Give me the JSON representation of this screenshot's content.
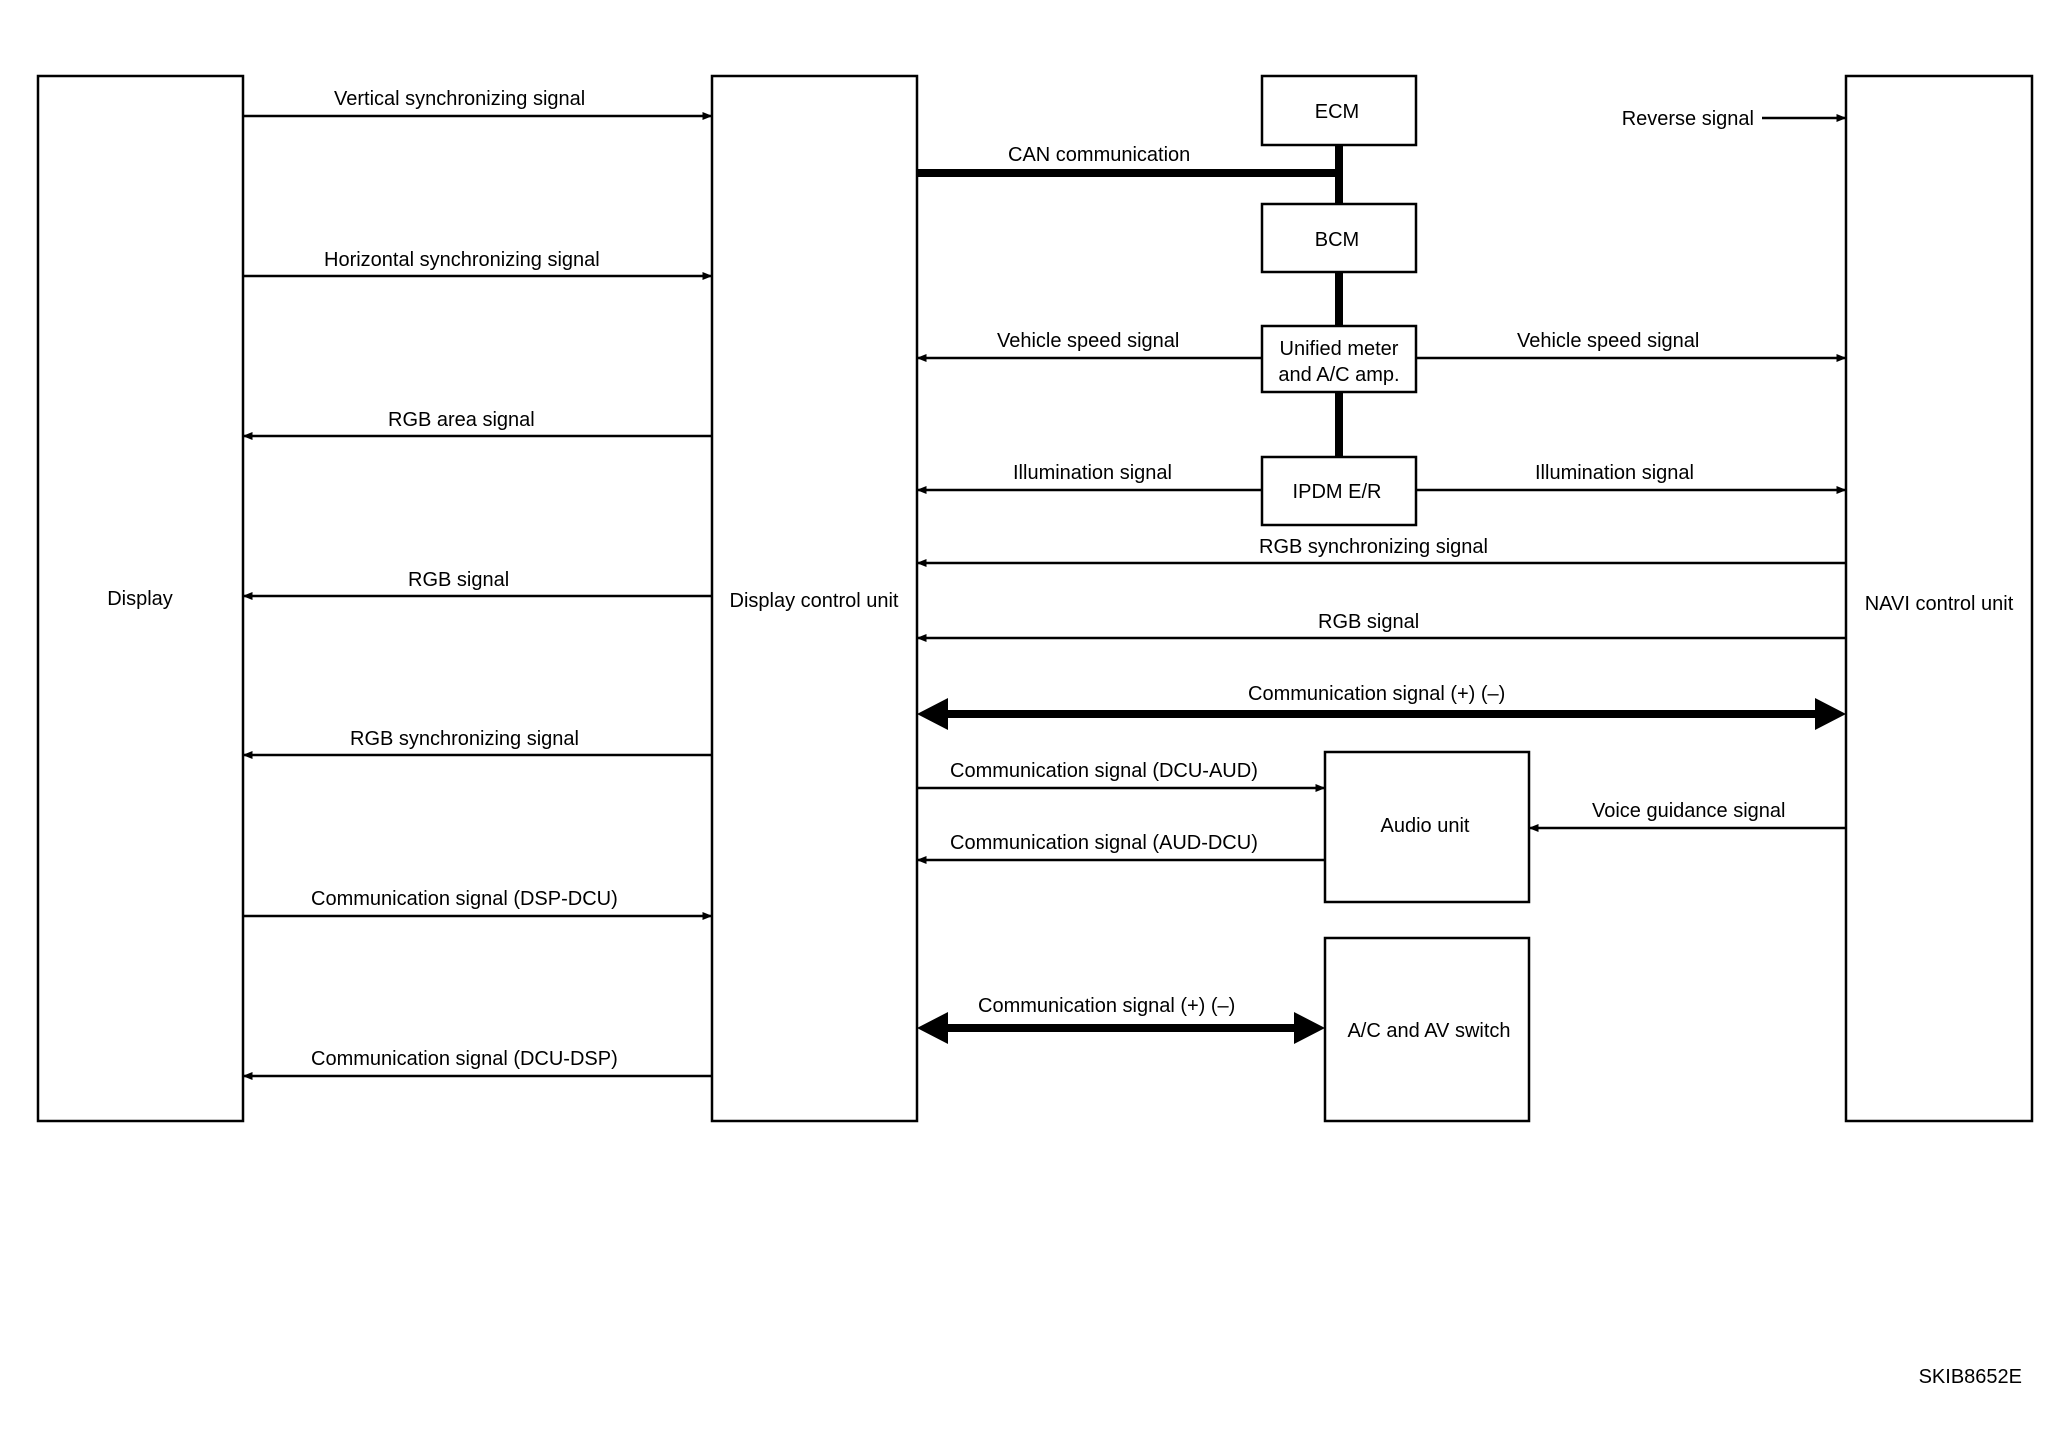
{
  "blocks": {
    "display": "Display",
    "dcu": "Display control unit",
    "navi": "NAVI control unit",
    "ecm": "ECM",
    "bcm": "BCM",
    "meter_line1": "Unified meter",
    "meter_line2": "and A/C amp.",
    "ipdm": "IPDM E/R",
    "audio": "Audio unit",
    "avsw": "A/C and AV switch"
  },
  "signals": {
    "vertical_sync": "Vertical synchronizing signal",
    "horizontal_sync": "Horizontal synchronizing signal",
    "rgb_area": "RGB area signal",
    "rgb_left": "RGB signal",
    "rgb_sync_left": "RGB synchronizing signal",
    "comm_dsp_dcu": "Communication signal (DSP-DCU)",
    "comm_dcu_dsp": "Communication signal (DCU-DSP)",
    "can": "CAN communication",
    "reverse": "Reverse signal",
    "vspeed_left": "Vehicle speed signal",
    "vspeed_right": "Vehicle speed signal",
    "illum_left": "Illumination signal",
    "illum_right": "Illumination signal",
    "rgb_sync_right": "RGB synchronizing signal",
    "rgb_right": "RGB signal",
    "comm_pm_navi": "Communication signal (+) (–)",
    "comm_dcu_aud": "Communication signal (DCU-AUD)",
    "comm_aud_dcu": "Communication signal (AUD-DCU)",
    "voice": "Voice guidance signal",
    "comm_pm_switch": "Communication signal (+) (–)"
  },
  "footer": {
    "code": "SKIB8652E"
  }
}
